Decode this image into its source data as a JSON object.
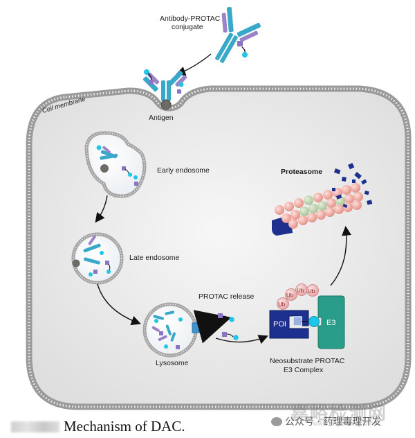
{
  "labels": {
    "apc": [
      "Antibody-PROTAC",
      "conjugate"
    ],
    "membrane": "Cell membrane",
    "antigen": "Antigen",
    "early": "Early endosome",
    "late": "Late endosome",
    "lysosome": "Lysosome",
    "release": "PROTAC release",
    "proteasome": "Proteasome",
    "complex": [
      "Neosubstrate PROTAC",
      "E3 Complex"
    ],
    "poi": "POI",
    "e3": "E3",
    "ub": "Ub"
  },
  "caption": "Mechanism of DAC.",
  "watermark": {
    "wechat": "公众号 · 药理毒理开发",
    "brand": "嘉峪检测网",
    "url": "www.anytesting.com"
  },
  "colors": {
    "antibody_teal": "#3aa9c9",
    "antibody_purple": "#9c83c8",
    "cyan": "#20c6e6",
    "navy": "#1d2f8f",
    "teal_e3": "#2a9c8a",
    "cell_fill": "#ececec",
    "ub_fill": "#efb6b6",
    "proteasome_pink": "#f0a8a0",
    "proteasome_green": "#bcd3ae"
  }
}
